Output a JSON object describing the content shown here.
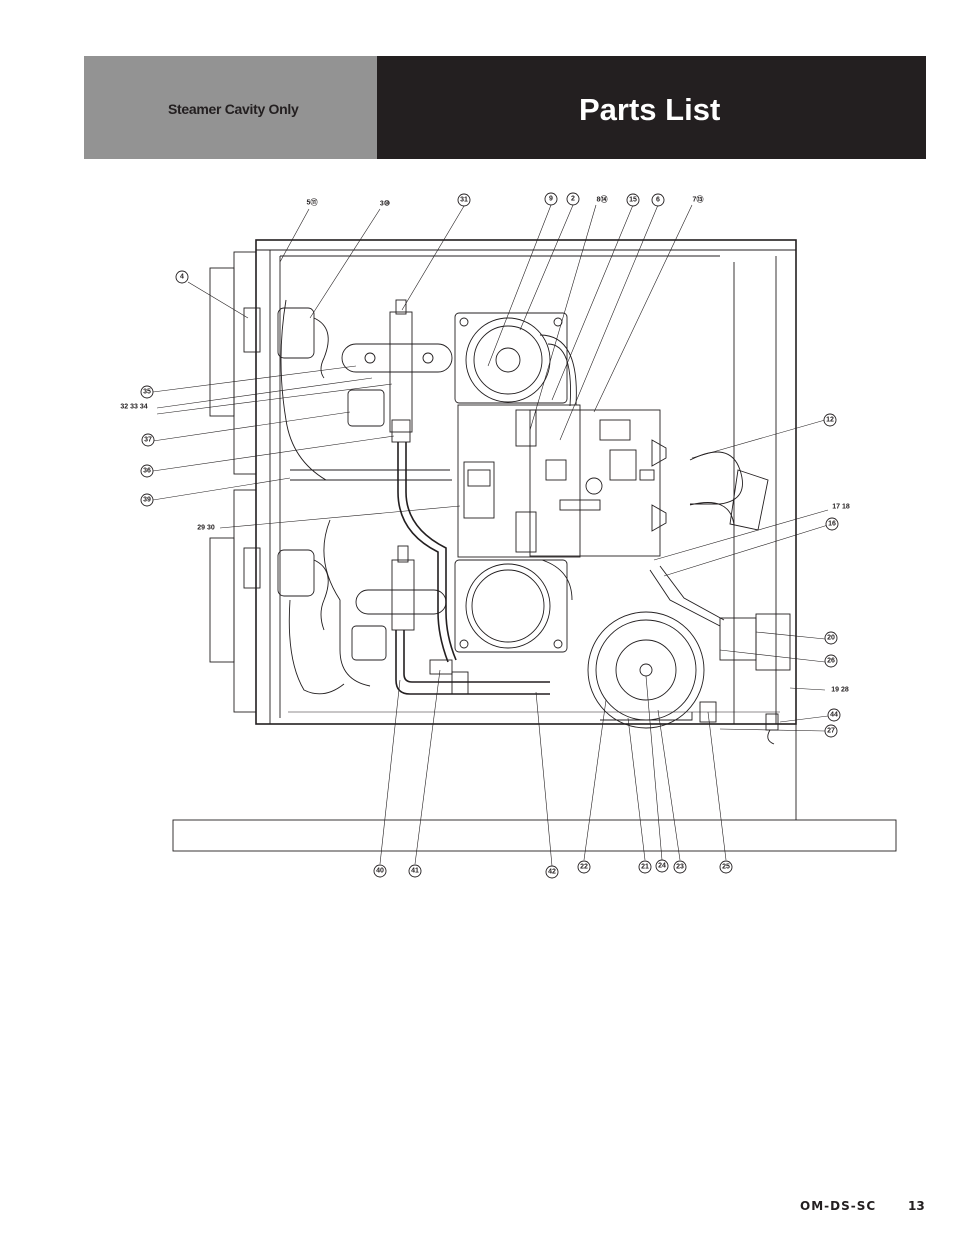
{
  "header": {
    "section": "Steamer Cavity Only",
    "title": "Parts List"
  },
  "callouts": [
    {
      "id": "c-5-11",
      "text": "5⑪"
    },
    {
      "id": "c-3-10",
      "text": "3⑩"
    },
    {
      "id": "c-31",
      "text": "31"
    },
    {
      "id": "c-9",
      "text": "9"
    },
    {
      "id": "c-2",
      "text": "2"
    },
    {
      "id": "c-8-14",
      "text": "8⑭"
    },
    {
      "id": "c-15",
      "text": "15"
    },
    {
      "id": "c-6",
      "text": "6"
    },
    {
      "id": "c-7-13",
      "text": "7⑬"
    },
    {
      "id": "c-4",
      "text": "4"
    },
    {
      "id": "c-35",
      "text": "35"
    },
    {
      "id": "c-32-33-34",
      "text": "32 33 34"
    },
    {
      "id": "c-37",
      "text": "37"
    },
    {
      "id": "c-36",
      "text": "36"
    },
    {
      "id": "c-39",
      "text": "39"
    },
    {
      "id": "c-29-30",
      "text": "29 30"
    },
    {
      "id": "c-12",
      "text": "12"
    },
    {
      "id": "c-17-18",
      "text": "17 18"
    },
    {
      "id": "c-16",
      "text": "16"
    },
    {
      "id": "c-20",
      "text": "20"
    },
    {
      "id": "c-26",
      "text": "26"
    },
    {
      "id": "c-19-28",
      "text": "19 28"
    },
    {
      "id": "c-44",
      "text": "44"
    },
    {
      "id": "c-27",
      "text": "27"
    },
    {
      "id": "c-40",
      "text": "40"
    },
    {
      "id": "c-41",
      "text": "41"
    },
    {
      "id": "c-42",
      "text": "42"
    },
    {
      "id": "c-22",
      "text": "22"
    },
    {
      "id": "c-21",
      "text": "21"
    },
    {
      "id": "c-24",
      "text": "24"
    },
    {
      "id": "c-23",
      "text": "23"
    },
    {
      "id": "c-25",
      "text": "25"
    }
  ],
  "footer": {
    "doc_code": "OM-DS-SC",
    "page_number": "13"
  }
}
